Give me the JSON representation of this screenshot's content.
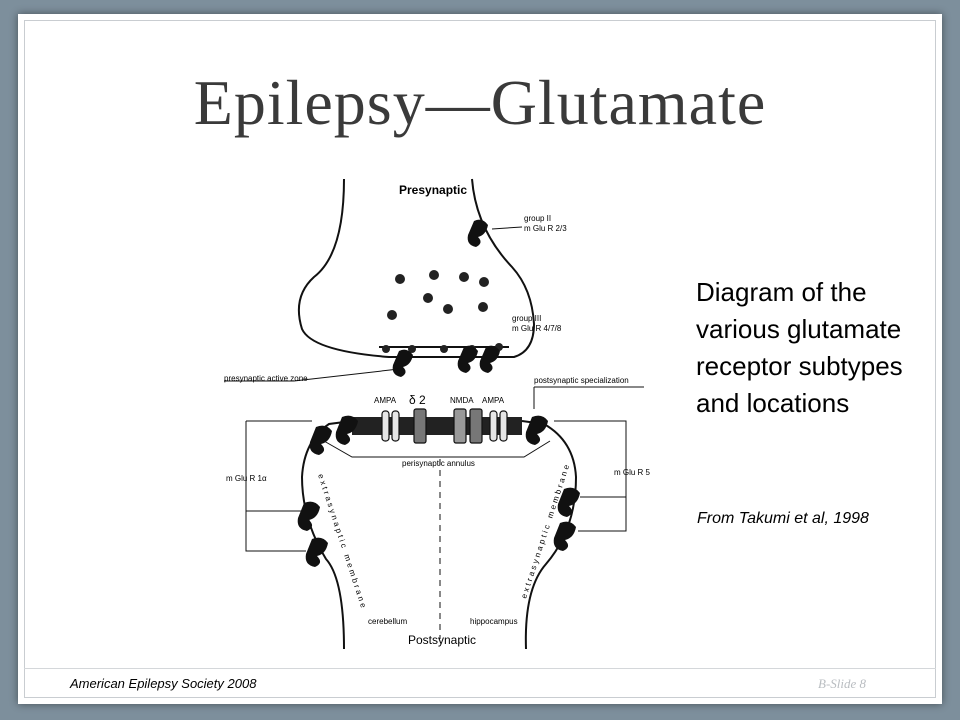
{
  "slide": {
    "title": "Epilepsy—Glutamate",
    "caption": "Diagram of the various glutamate receptor subtypes and locations",
    "citation": "From Takumi et al, 1998",
    "footer_left": "American Epilepsy Society 2008",
    "footer_right": "B-Slide 8"
  },
  "diagram": {
    "presynaptic": "Presynaptic",
    "postsynaptic": "Postsynaptic",
    "group2_a": "group II",
    "group2_b": "m Glu R 2/3",
    "group3_a": "group III",
    "group3_b": "m Glu R  4/7/8",
    "active_zone": "presynaptic active zone",
    "post_spec": "postsynaptic specialization",
    "ampa_left": "AMPA",
    "delta": "δ 2",
    "nmda": "NMDA",
    "ampa_right": "AMPA",
    "annulus": "perisynaptic annulus",
    "mglur1": "m Glu R 1α",
    "mglur5": "m Glu R 5",
    "extra_left": "extrasynaptic membrane",
    "extra_right": "extrasynaptic membrane",
    "cerebellum": "cerebellum",
    "hippocampus": "hippocampus"
  }
}
